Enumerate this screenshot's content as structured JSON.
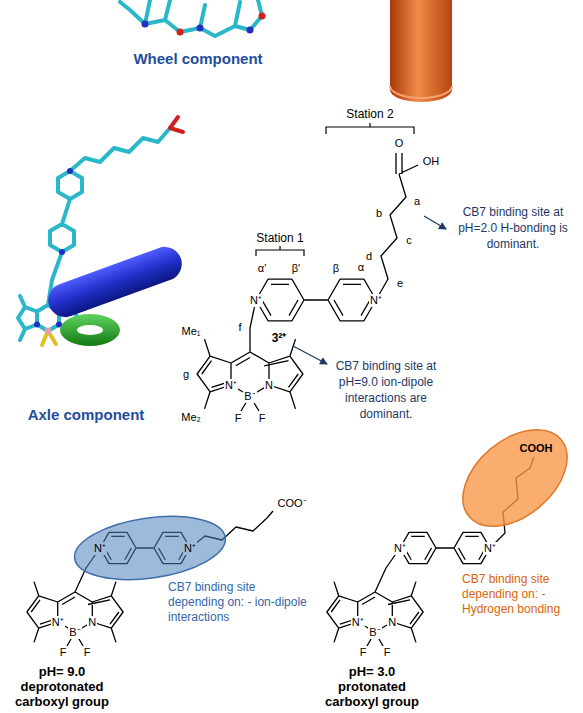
{
  "diagram": {
    "nodes": [
      {
        "text": [
          "CB7 binding site depending on: - ion-dipole interactions"
        ]
      },
      {
        "text": [
          "COOH",
          "CB7 binding site depending on: - Hydrogen bonding"
        ]
      }
    ],
    "labels": [
      "Wheel component",
      "Axle component",
      "Station 1",
      "Station 2",
      "O",
      "OH",
      "a",
      "b",
      "c",
      "d",
      "e",
      "CB7 binding site at pH=2.0 H-bonding is dominant.",
      "α'",
      "β'",
      "β",
      "α",
      "N⁺",
      "N⁺",
      "f",
      "3²⁺",
      "CB7 binding site at pH=9.0 ion-dipole interactions are dominant.",
      "Me₁",
      "g",
      "Me₂",
      "N⁺",
      "B⁻",
      "N",
      "F",
      "F",
      "COO⁻",
      "N⁺",
      "N⁺",
      "N⁺",
      "B⁻",
      "N",
      "F",
      "F",
      "N⁺",
      "N⁺",
      "N⁺",
      "B⁻",
      "N",
      "F",
      "F",
      "pH= 9.0 deprotonated carboxyl group",
      "pH= 3.0 protonated carboxyl group"
    ]
  }
}
